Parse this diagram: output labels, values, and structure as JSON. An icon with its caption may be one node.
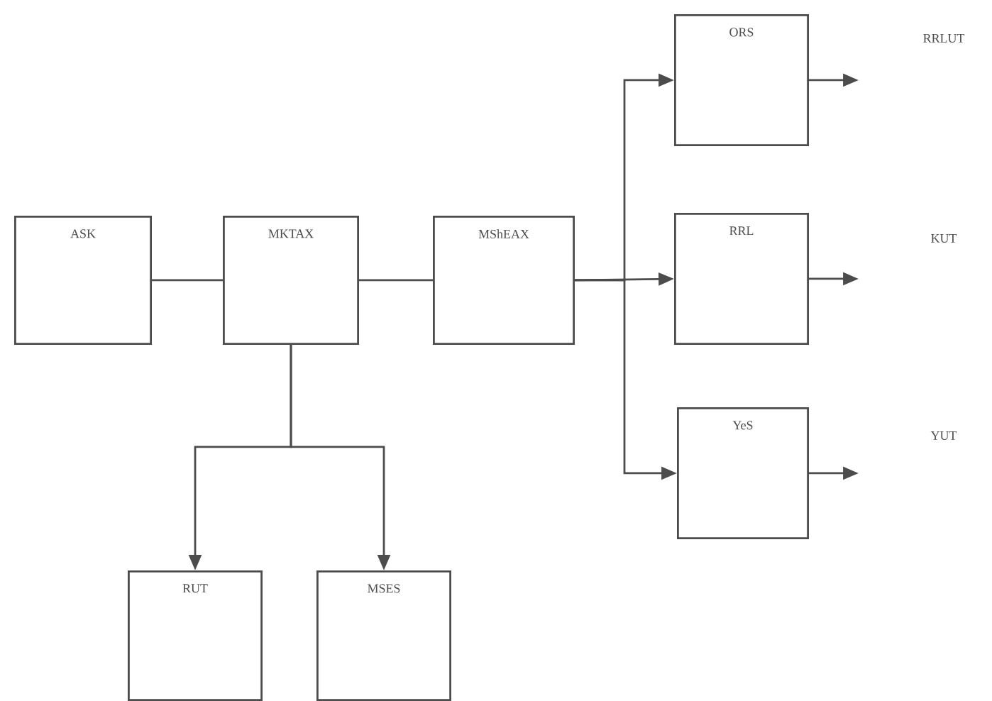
{
  "diagram": {
    "nodes": [
      {
        "text": [
          "ASK"
        ]
      },
      {
        "text": [
          "MKTAX"
        ]
      },
      {
        "text": [
          "MShEAX"
        ]
      },
      {
        "text": [
          "ORS"
        ]
      },
      {
        "text": [
          "RRL"
        ]
      },
      {
        "text": [
          "YeS"
        ]
      },
      {
        "text": [
          "RUT"
        ]
      },
      {
        "text": [
          "MSES"
        ]
      }
    ],
    "edges": [
      {
        "from": 0,
        "to": 1,
        "arrow": "none"
      },
      {
        "from": 1,
        "to": 2,
        "arrow": "none"
      },
      {
        "from": 2,
        "to": 3,
        "arrow": "to"
      },
      {
        "from": 2,
        "to": 4,
        "arrow": "to"
      },
      {
        "from": 2,
        "to": 5,
        "arrow": "to"
      },
      {
        "from": 1,
        "to": 6,
        "arrow": "to"
      },
      {
        "from": 1,
        "to": 7,
        "arrow": "to"
      },
      {
        "from": 3,
        "to": null,
        "arrow": "to"
      },
      {
        "from": 4,
        "to": null,
        "arrow": "to"
      },
      {
        "from": 5,
        "to": null,
        "arrow": "to"
      }
    ],
    "labels": [
      "RRLUT",
      "KUT",
      "YUT"
    ]
  }
}
